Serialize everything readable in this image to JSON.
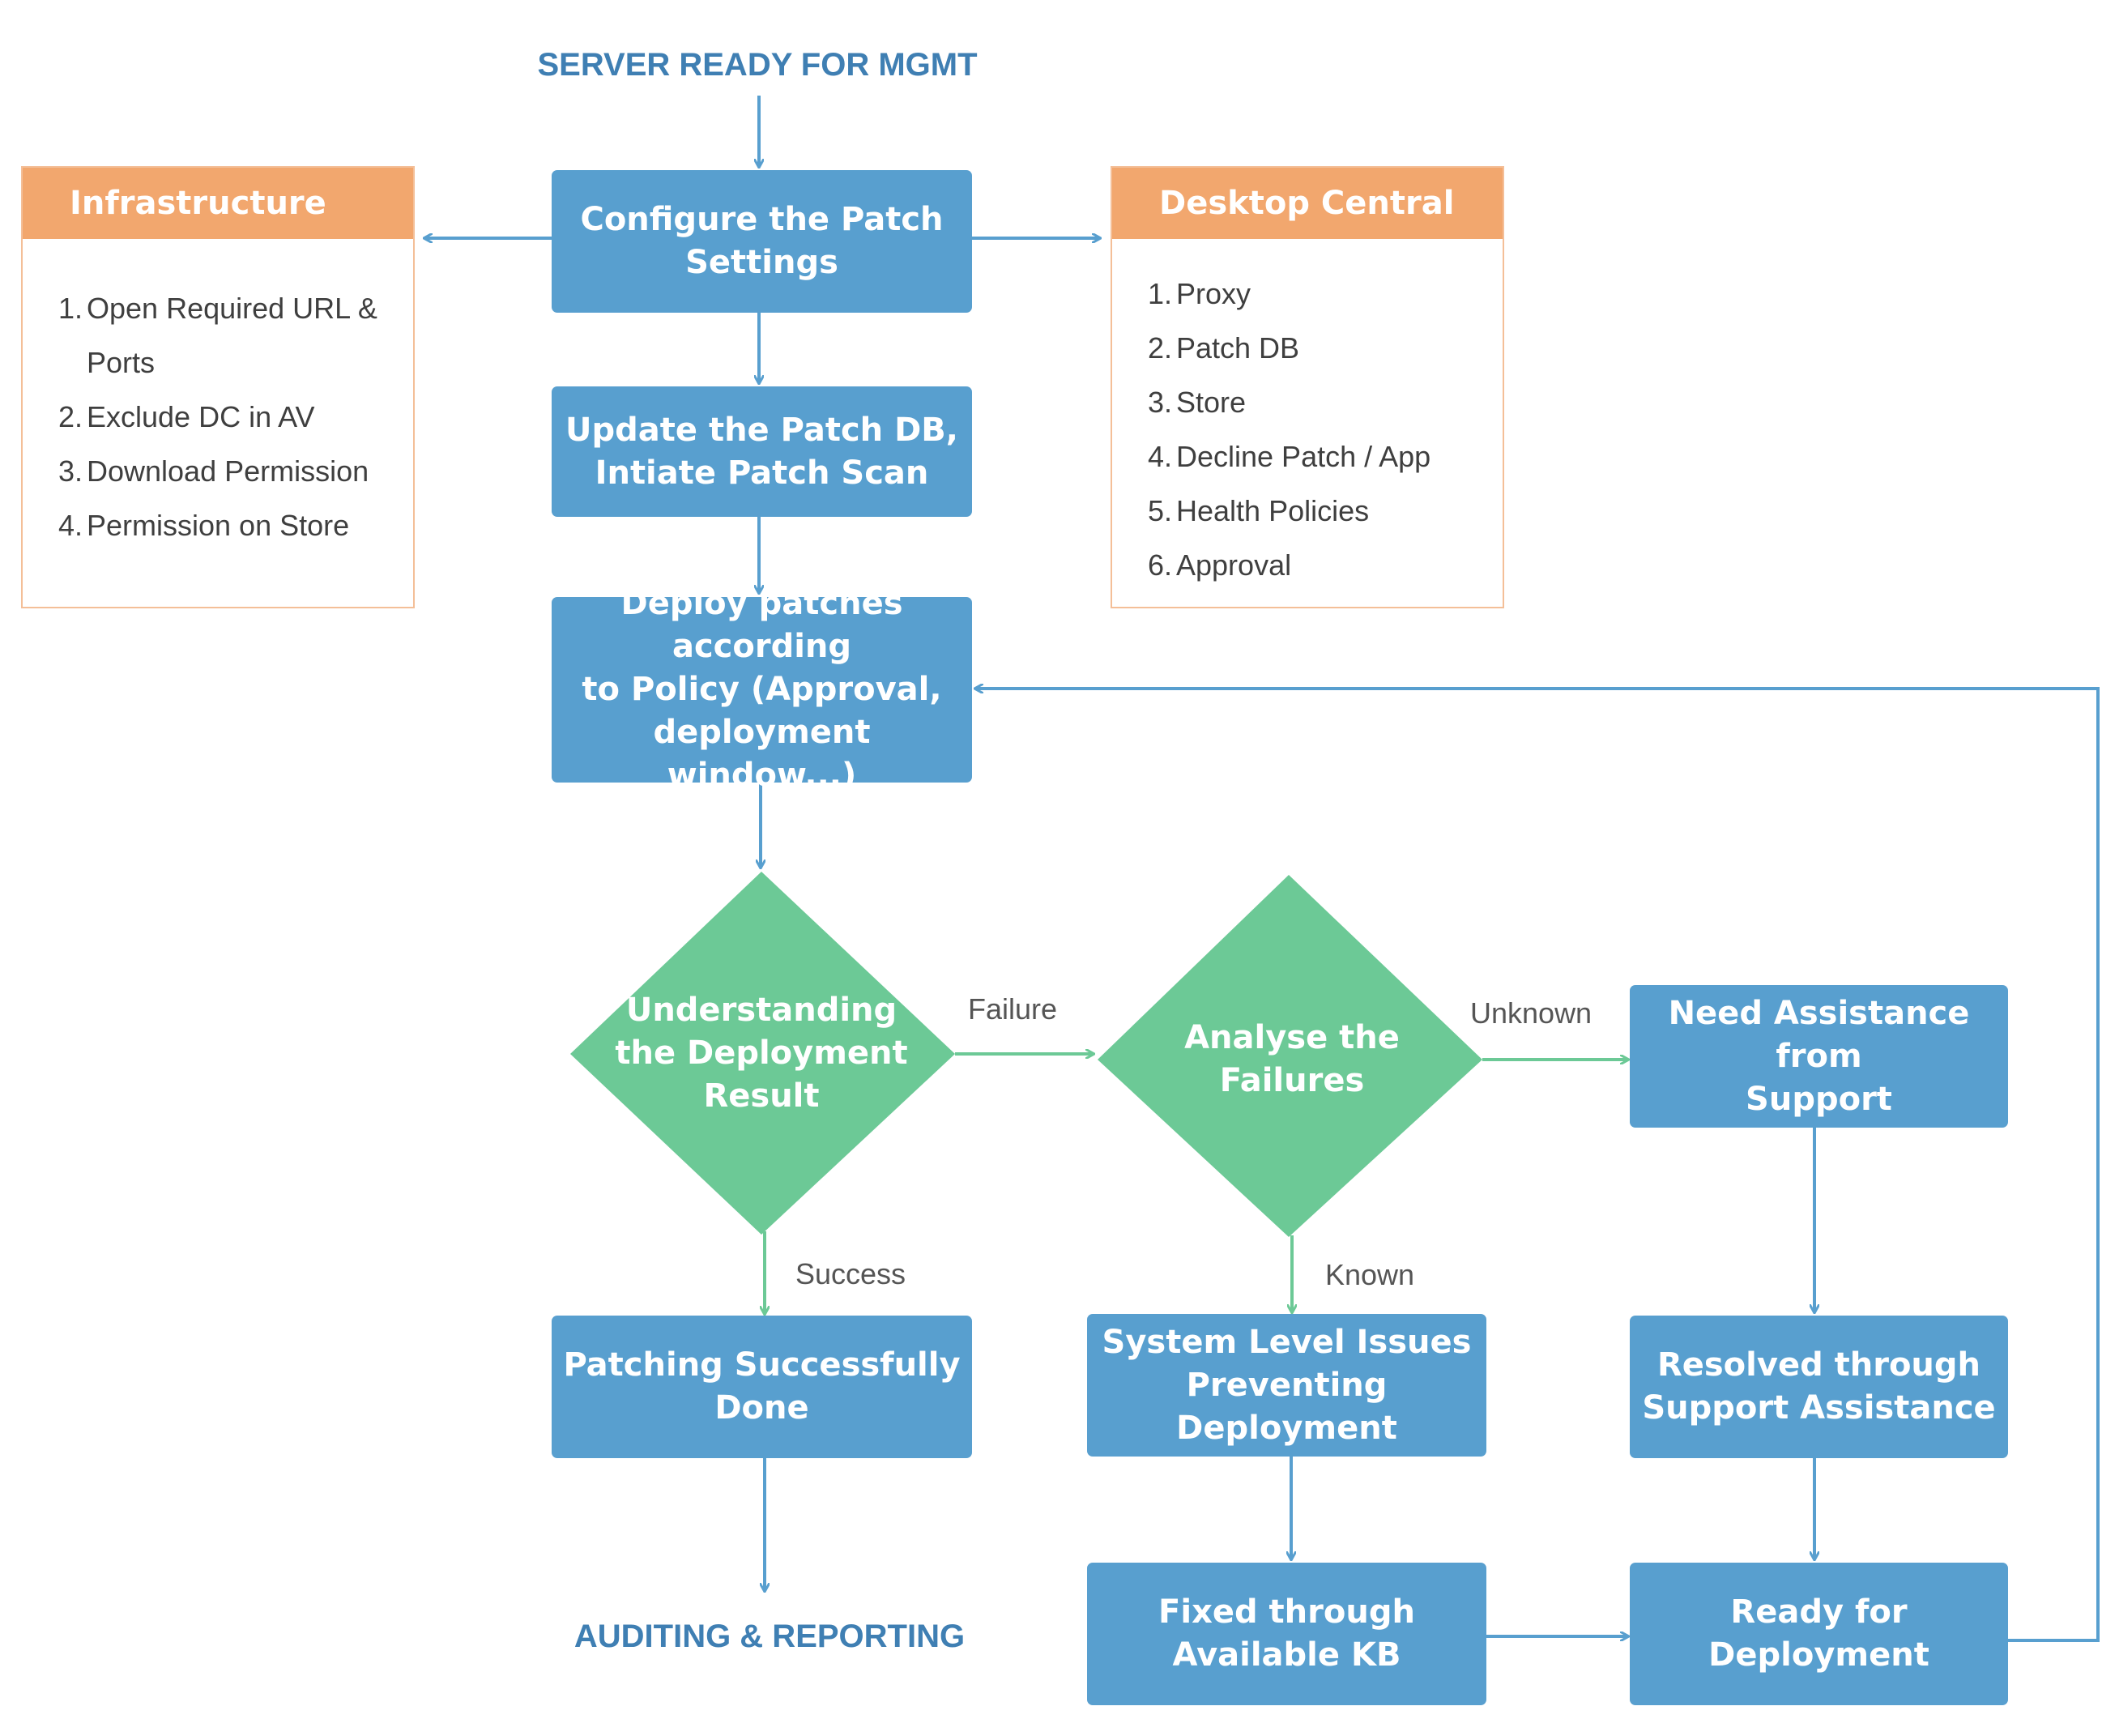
{
  "colors": {
    "process": "#589fcf",
    "decision": "#6cc996",
    "panel_header": "#f2a76e",
    "panel_border": "#f4bf98",
    "endpoint_text": "#3f7fb3",
    "arrow_blue": "#589fcf",
    "arrow_green": "#6cc996"
  },
  "start": "SERVER READY FOR MGMT",
  "end": "AUDITING & REPORTING",
  "nodes": {
    "configure": [
      "Configure the Patch",
      "Settings"
    ],
    "update": [
      "Update the Patch DB,",
      "Intiate Patch Scan"
    ],
    "deploy": [
      "Deploy patches according",
      "to Policy (Approval,",
      "deployment window,..)"
    ],
    "understand": [
      "Understanding",
      "the Deployment",
      "Result"
    ],
    "analyse": [
      "Analyse the",
      "Failures"
    ],
    "need_support": [
      "Need Assistance from",
      "Support"
    ],
    "patch_done": [
      "Patching Successfully",
      "Done"
    ],
    "system_issues": [
      "System Level Issues",
      "Preventing Deployment"
    ],
    "resolved_support": [
      "Resolved through",
      "Support Assistance"
    ],
    "fixed_kb": [
      "Fixed through",
      "Available KB"
    ],
    "ready": [
      "Ready for Deployment"
    ]
  },
  "edge_labels": {
    "failure": "Failure",
    "unknown": "Unknown",
    "success": "Success",
    "known": "Known"
  },
  "infrastructure": {
    "title": "Infrastructure",
    "items": [
      {
        "num": "1.",
        "lines": [
          "Open Required URL &",
          "Ports"
        ]
      },
      {
        "num": "2.",
        "lines": [
          "Exclude DC in AV"
        ]
      },
      {
        "num": "3.",
        "lines": [
          "Download Permission"
        ]
      },
      {
        "num": "4.",
        "lines": [
          "Permission on Store"
        ]
      }
    ]
  },
  "desktop_central": {
    "title": "Desktop Central",
    "items": [
      {
        "num": "1.",
        "lines": [
          "Proxy"
        ]
      },
      {
        "num": "2.",
        "lines": [
          "Patch DB"
        ]
      },
      {
        "num": "3.",
        "lines": [
          "Store"
        ]
      },
      {
        "num": "4.",
        "lines": [
          "Decline Patch / App"
        ]
      },
      {
        "num": "5.",
        "lines": [
          "Health Policies"
        ]
      },
      {
        "num": "6.",
        "lines": [
          "Approval"
        ]
      }
    ]
  }
}
